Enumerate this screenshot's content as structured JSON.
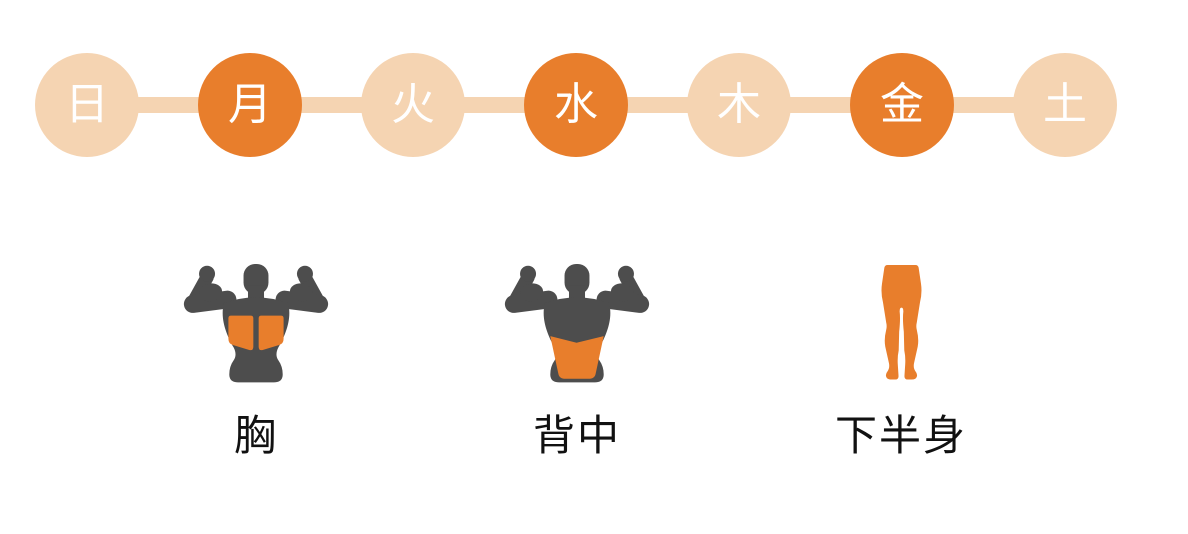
{
  "theme": {
    "accent_orange": "#E87E2C",
    "light_peach": "#F5D4B2",
    "figure_gray": "#4D4D4D",
    "label_color": "#111111",
    "day_text": "#FFFFFF",
    "background": "#FFFFFF"
  },
  "week": {
    "days": [
      {
        "key": "sunday",
        "label": "日",
        "active": false
      },
      {
        "key": "monday",
        "label": "月",
        "active": true
      },
      {
        "key": "tuesday",
        "label": "火",
        "active": false
      },
      {
        "key": "wednesday",
        "label": "水",
        "active": true
      },
      {
        "key": "thursday",
        "label": "木",
        "active": false
      },
      {
        "key": "friday",
        "label": "金",
        "active": true
      },
      {
        "key": "saturday",
        "label": "土",
        "active": false
      }
    ]
  },
  "workouts": {
    "items": [
      {
        "key": "chest",
        "label": "胸",
        "icon": "chest-muscle-icon",
        "aligned_under_day": "月"
      },
      {
        "key": "back",
        "label": "背中",
        "icon": "back-muscle-icon",
        "aligned_under_day": "水"
      },
      {
        "key": "lower-body",
        "label": "下半身",
        "icon": "lower-body-legs-icon",
        "aligned_under_day": "金"
      }
    ]
  }
}
